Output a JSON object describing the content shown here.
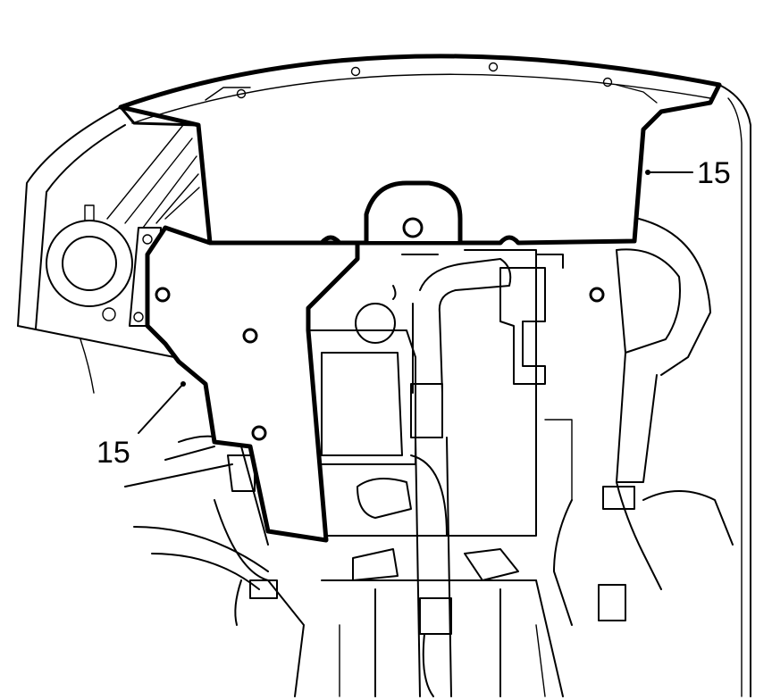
{
  "callouts": [
    {
      "id": "upper-right",
      "label": "15"
    },
    {
      "id": "lower-left",
      "label": "15"
    }
  ],
  "colors": {
    "line": "#000000",
    "background": "#ffffff"
  }
}
